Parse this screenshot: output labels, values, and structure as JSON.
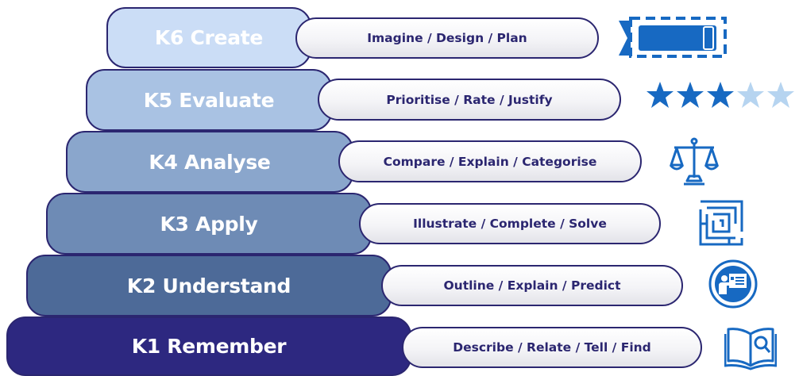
{
  "levels": [
    {
      "title": "K6 Create",
      "verbs": "Imagine / Design / Plan",
      "icon": "progress-bar-icon"
    },
    {
      "title": "K5 Evaluate",
      "verbs": "Prioritise / Rate / Justify",
      "icon": "star-rating-icon",
      "rating": {
        "filled": 3,
        "total": 5
      }
    },
    {
      "title": "K4 Analyse",
      "verbs": "Compare / Explain / Categorise",
      "icon": "balance-scale-icon"
    },
    {
      "title": "K3 Apply",
      "verbs": "Illustrate / Complete / Solve",
      "icon": "maze-icon"
    },
    {
      "title": "K2 Understand",
      "verbs": "Outline / Explain / Predict",
      "icon": "presenter-icon"
    },
    {
      "title": "K1 Remember",
      "verbs": "Describe / Relate / Tell / Find",
      "icon": "book-search-icon"
    }
  ],
  "colors": {
    "outline": "#2b2670",
    "k6": "#cbddf6",
    "k5": "#a9c2e3",
    "k4": "#8aa6cc",
    "k3": "#6e8bb5",
    "k2": "#4d6a98",
    "k1": "#2d2880",
    "icon": "#1769c2"
  }
}
